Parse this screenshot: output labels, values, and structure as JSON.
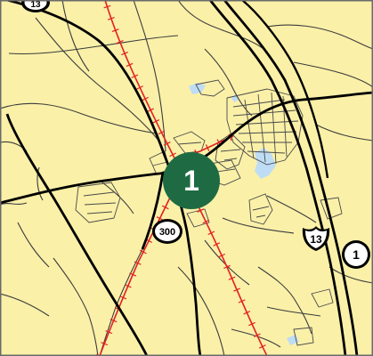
{
  "map": {
    "colors": {
      "land": "#FAF0A8",
      "frame": "#6A6A6A",
      "major_road": "#000000",
      "minor_road": "#3C3C3C",
      "railroad": "#E32222",
      "water": "#BEDDF5",
      "urban_street": "#4A4A4A",
      "location_marker_fill": "#1E6B43",
      "location_marker_text": "#FFFFFF"
    },
    "location_marker": {
      "label": "1",
      "icon": "numbered-location-marker-icon"
    },
    "route_shields": [
      {
        "id": "top-left",
        "label": "13",
        "icon": "route-shield-icon"
      },
      {
        "id": "state-300",
        "label": "300",
        "icon": "state-route-shield-icon"
      },
      {
        "id": "us-13",
        "label": "13",
        "icon": "us-highway-shield-icon"
      },
      {
        "id": "state-1",
        "label": "1",
        "icon": "state-route-shield-icon"
      }
    ]
  }
}
